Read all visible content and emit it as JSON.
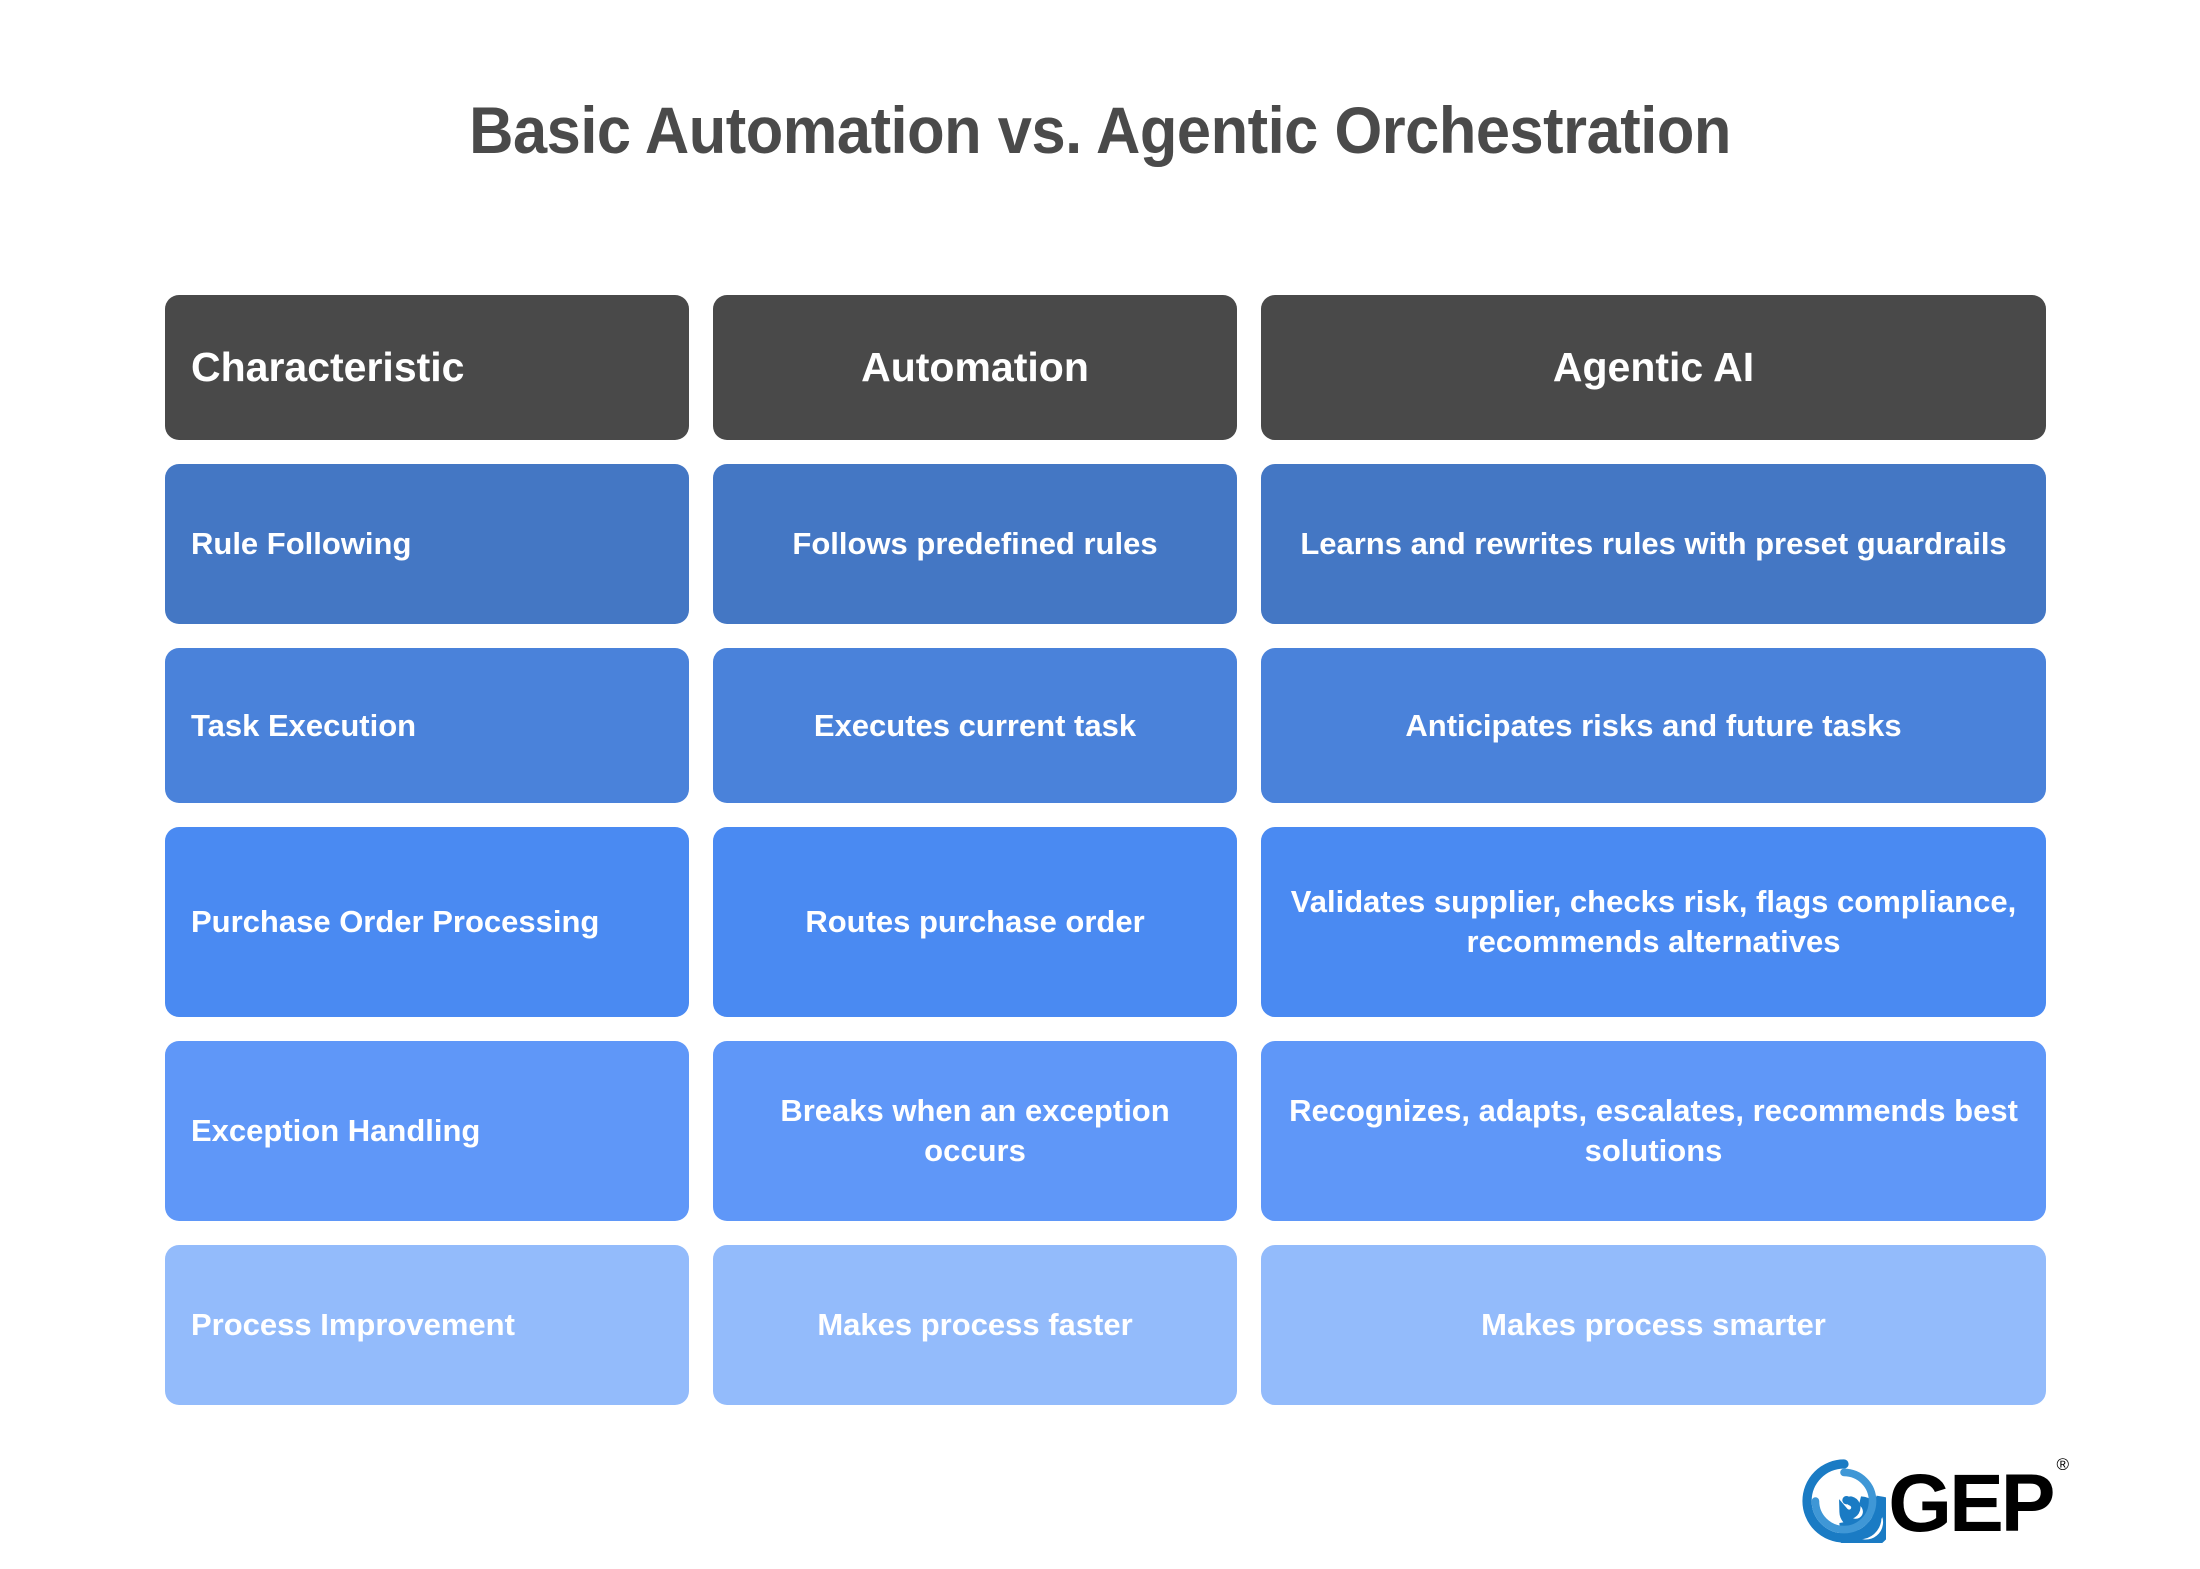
{
  "page": {
    "title": "Basic Automation vs. Agentic Orchestration",
    "background_color": "#ffffff",
    "title_color": "#4a4a4a"
  },
  "table": {
    "header_bg": "#494949",
    "header_text_color": "#ffffff",
    "columns": [
      {
        "key": "characteristic",
        "label": "Characteristic",
        "align": "left"
      },
      {
        "key": "automation",
        "label": "Automation",
        "align": "center"
      },
      {
        "key": "agentic_ai",
        "label": "Agentic AI",
        "align": "center"
      }
    ],
    "rows": [
      {
        "row_color": "#4477c4",
        "characteristic": "Rule Following",
        "automation": "Follows predefined rules",
        "agentic_ai": "Learns and rewrites rules with preset guardrails"
      },
      {
        "row_color": "#4a82da",
        "characteristic": "Task Execution",
        "automation": "Executes current task",
        "agentic_ai": "Anticipates risks and future tasks"
      },
      {
        "row_color": "#4a8af2",
        "characteristic": "Purchase Order Processing",
        "automation": "Routes purchase order",
        "agentic_ai": "Validates supplier, checks risk, flags compliance, recommends alternatives"
      },
      {
        "row_color": "#5f97f8",
        "characteristic": "Exception Handling",
        "automation": "Breaks when an exception occurs",
        "agentic_ai": "Recognizes, adapts, escalates, recommends best solutions"
      },
      {
        "row_color": "#93bbfb",
        "characteristic": "Process Improvement",
        "automation": "Makes process faster",
        "agentic_ai": "Makes process smarter"
      }
    ]
  },
  "branding": {
    "logo_icon": "gep-swirl-icon",
    "logo_text": "GEP",
    "registered_mark": "®",
    "logo_mark_color": "#1a7bc4",
    "logo_text_color": "#000000"
  }
}
